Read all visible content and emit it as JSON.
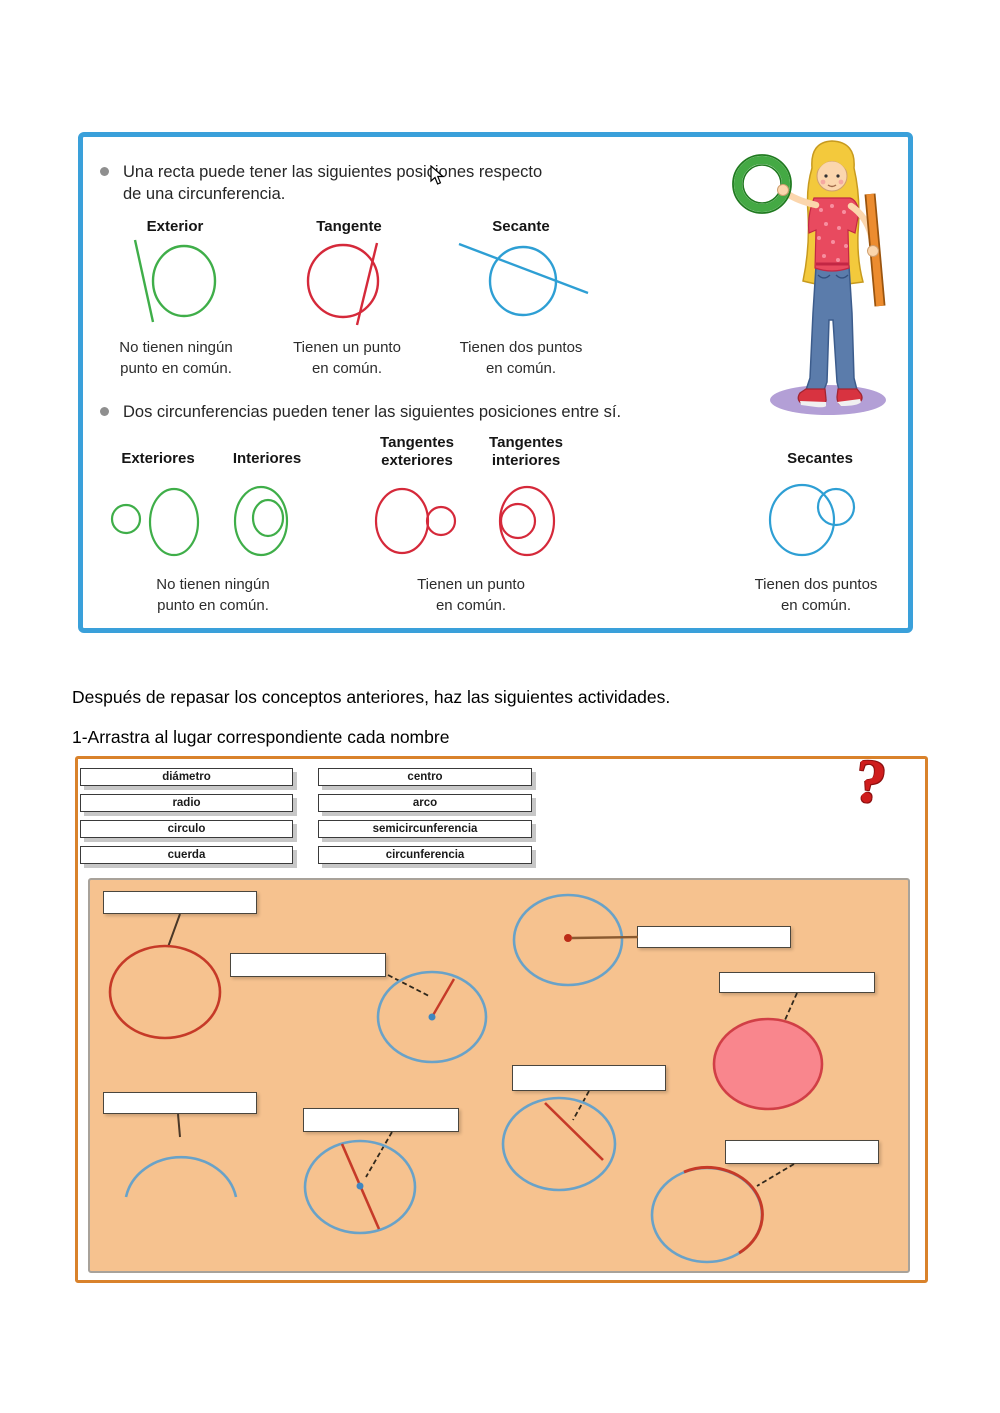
{
  "concept_box": {
    "rule": {
      "line1": "Una recta puede tener las siguientes posiciones respecto",
      "line2": "de una circunferencia."
    },
    "line_cases": [
      {
        "title": "Exterior",
        "caption": "No tienen ningún punto en común."
      },
      {
        "title": "Tangente",
        "caption": "Tienen un punto en común."
      },
      {
        "title": "Secante",
        "caption": "Tienen dos puntos en común."
      }
    ],
    "circles_heading": "Dos circunferencias pueden tener las siguientes posiciones entre sí.",
    "circle_case_titles": [
      "Exteriores",
      "Interiores",
      "Tangentes exteriores",
      "Tangentes interiores",
      "Secantes"
    ],
    "circle_case_captions": [
      "No tienen ningún punto en común.",
      "Tienen un punto en común.",
      "Tienen dos puntos en común."
    ]
  },
  "body": {
    "paragraph": "Después de repasar los conceptos anteriores, haz las siguientes actividades.",
    "activity_heading": "1-Arrastra al lugar correspondiente cada nombre"
  },
  "activity": {
    "help_label": "?",
    "labels": {
      "left": [
        "diámetro",
        "radio",
        "circulo",
        "cuerda"
      ],
      "right": [
        "centro",
        "arco",
        "semicircunferencia",
        "circunferencia"
      ]
    }
  },
  "colors": {
    "frame_blue": "#3aa0da",
    "frame_orange": "#d9822b",
    "panel_bg": "#f6c28f",
    "circle_blue": "#69a2c8",
    "circle_red": "#c63a28",
    "circle_green": "#3fae49",
    "filled_circle_pink": "#f9868d"
  }
}
